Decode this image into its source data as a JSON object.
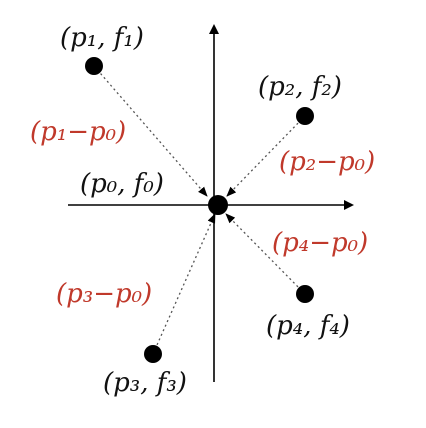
{
  "points": {
    "p0": {
      "name": "center-point",
      "label": "(p₀, f₀)",
      "label_color": "#111111"
    },
    "p1": {
      "name": "point-p1",
      "label": "(p₁, f₁)",
      "label_color": "#111111"
    },
    "p2": {
      "name": "point-p2",
      "label": "(p₂, f₂)",
      "label_color": "#111111"
    },
    "p3": {
      "name": "point-p3",
      "label": "(p₃, f₃)",
      "label_color": "#111111"
    },
    "p4": {
      "name": "point-p4",
      "label": "(p₄, f₄)",
      "label_color": "#111111"
    }
  },
  "vectors": {
    "v1": {
      "name": "vector-p1-p0",
      "label": "(p₁−p₀)",
      "label_color": "#c0392b"
    },
    "v2": {
      "name": "vector-p2-p0",
      "label": "(p₂−p₀)",
      "label_color": "#c0392b"
    },
    "v3": {
      "name": "vector-p3-p0",
      "label": "(p₃−p₀)",
      "label_color": "#c0392b"
    },
    "v4": {
      "name": "vector-p4-p0",
      "label": "(p₄−p₀)",
      "label_color": "#c0392b"
    }
  },
  "colors": {
    "point": "#000000",
    "axis": "#000000",
    "vector_line": "#555555"
  }
}
